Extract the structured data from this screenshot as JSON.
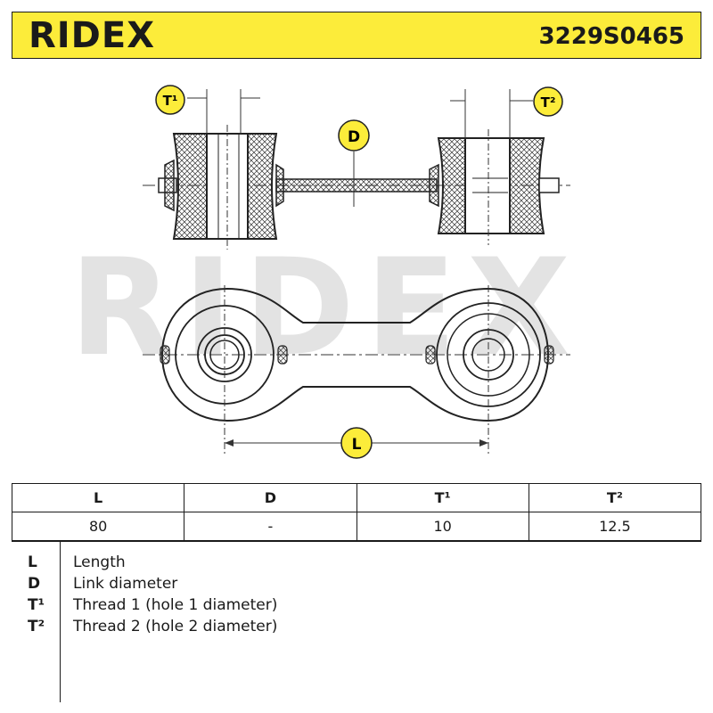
{
  "header": {
    "brand": "RIDEX",
    "part_number": "3229S0465",
    "background_color": "#fcec3a"
  },
  "drawing": {
    "watermark": "RIDEX",
    "callouts": {
      "t1": "T¹",
      "t2": "T²",
      "d": "D",
      "l": "L"
    },
    "callout_color": "#fcec3a"
  },
  "specs": {
    "headers": [
      "L",
      "D",
      "T¹",
      "T²"
    ],
    "values": [
      "80",
      "-",
      "10",
      "12.5"
    ]
  },
  "legend": [
    {
      "key": "L",
      "desc": "Length"
    },
    {
      "key": "D",
      "desc": "Link diameter"
    },
    {
      "key": "T¹",
      "desc": "Thread 1 (hole 1 diameter)"
    },
    {
      "key": "T²",
      "desc": "Thread 2 (hole 2 diameter)"
    }
  ]
}
